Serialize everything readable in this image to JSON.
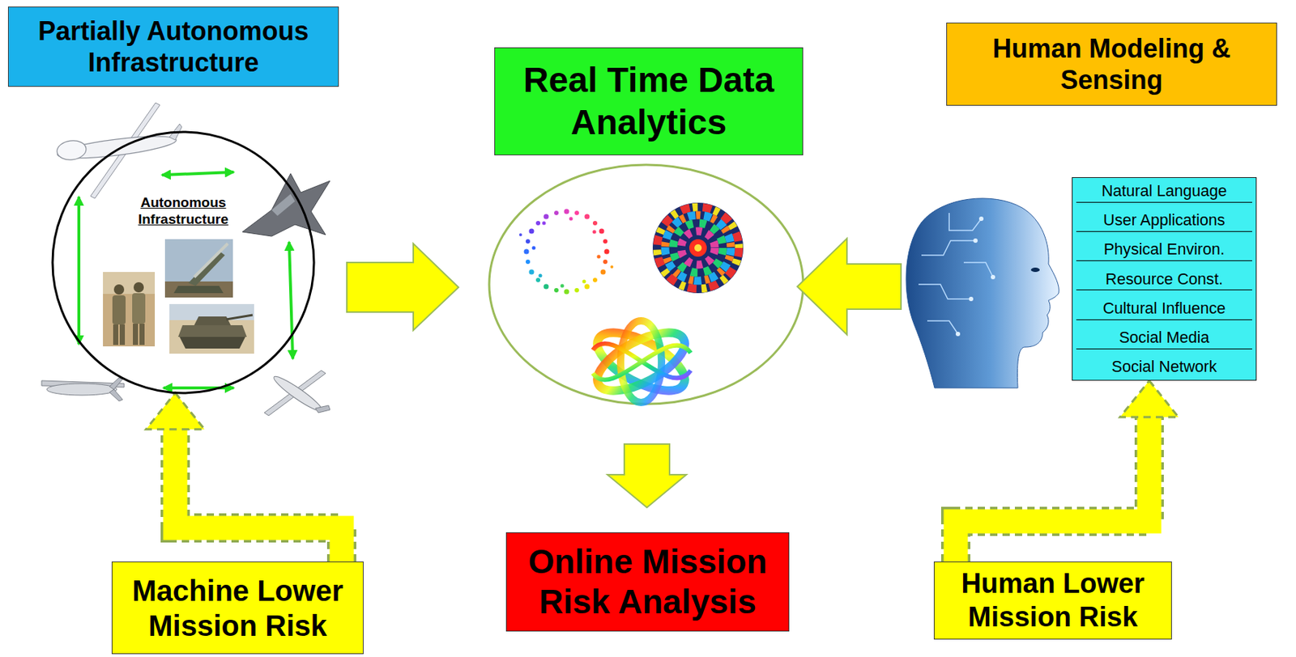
{
  "diagram": {
    "nodes": [
      {
        "text": [
          "Partially Autonomous Infrastructure"
        ]
      },
      {
        "text": [
          "Real Time Data Analytics"
        ]
      },
      {
        "text": [
          "Human Modeling & Sensing"
        ]
      },
      {
        "text": [
          "Autonomous Infrastructure"
        ]
      },
      {
        "text": [
          "Natural Language",
          "User Applications",
          "Physical Environ.",
          "Resource Const.",
          "Cultural Influence",
          "Social Media",
          "Social Network"
        ]
      },
      {
        "text": [
          "Online Mission Risk Analysis"
        ]
      },
      {
        "text": [
          "Machine Lower Mission Risk"
        ]
      },
      {
        "text": [
          "Human Lower Mission Risk"
        ]
      }
    ],
    "edges": [
      {
        "from": 6,
        "to": 3,
        "arrow": "to"
      },
      {
        "from": 7,
        "to": 4,
        "arrow": "to"
      }
    ]
  }
}
